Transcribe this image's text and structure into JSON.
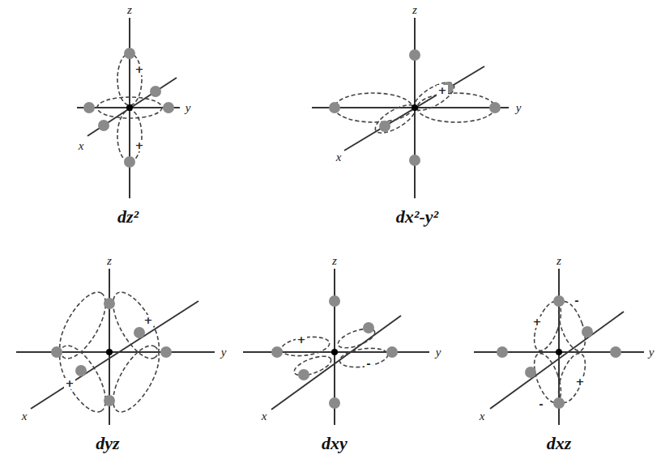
{
  "diagram": {
    "labels": [
      "z",
      "+",
      "+",
      "y",
      "x",
      "dz²",
      "z",
      "+",
      "y",
      "x",
      "dx²-y²",
      "z",
      "+",
      "+",
      "y",
      "x",
      "dyz",
      "z",
      "+",
      "-",
      "y",
      "x",
      "dxy",
      "z",
      "-",
      "+",
      "+",
      "-",
      "y",
      "x",
      "dxz"
    ]
  }
}
